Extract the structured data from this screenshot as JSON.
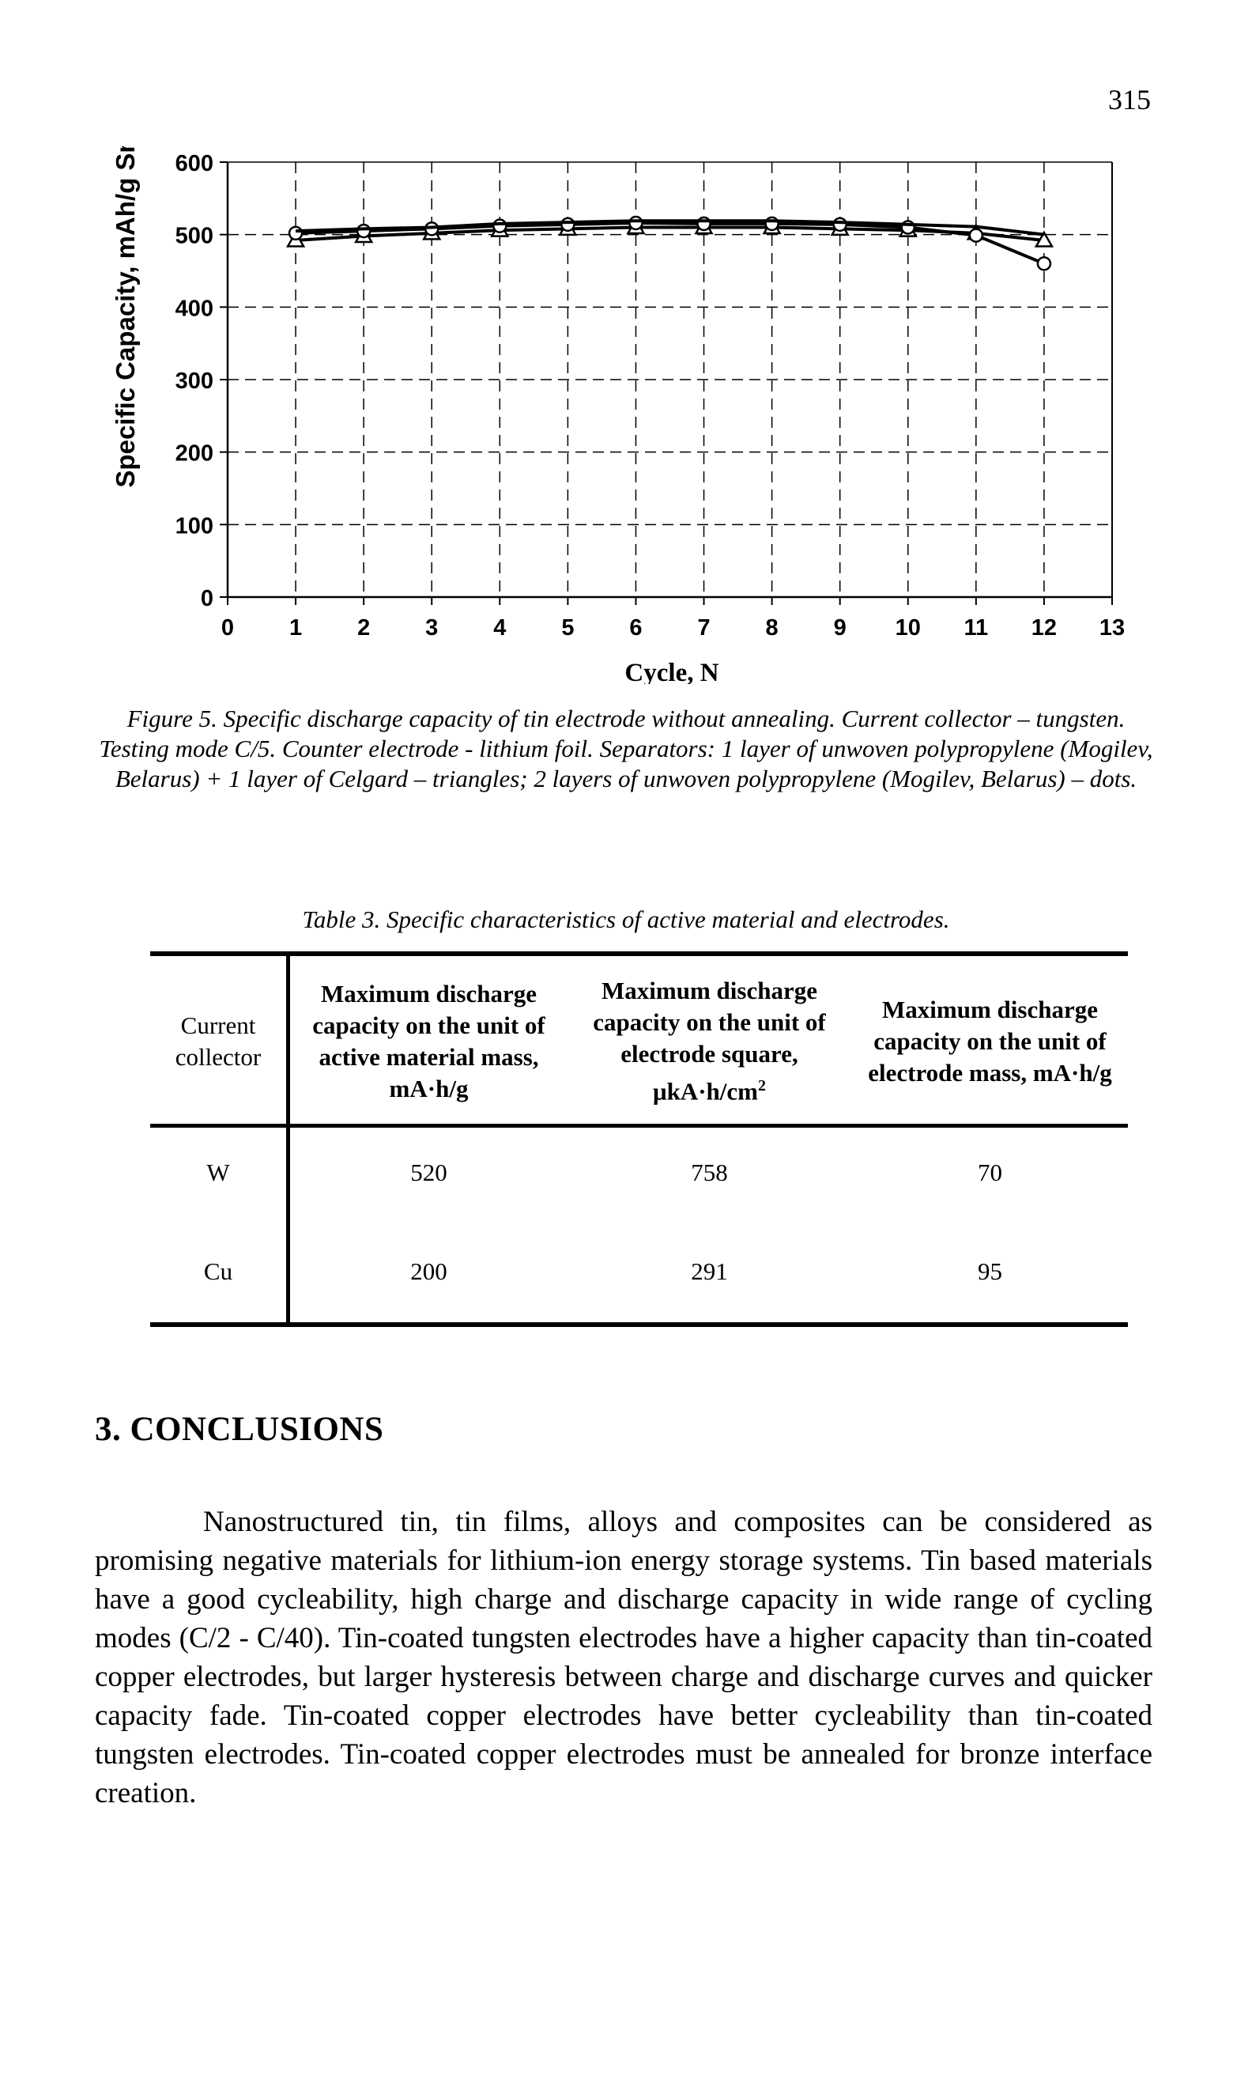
{
  "page_number": "315",
  "chart_data": {
    "type": "line",
    "title": "",
    "xlabel": "Cycle, N",
    "ylabel": "Specific Capacity, mAh/g Sn",
    "xlim": [
      0,
      13
    ],
    "ylim": [
      0,
      600
    ],
    "x_ticks": [
      0,
      1,
      2,
      3,
      4,
      5,
      6,
      7,
      8,
      9,
      10,
      11,
      12,
      13
    ],
    "y_ticks": [
      0,
      100,
      200,
      300,
      400,
      500,
      600
    ],
    "grid": "dashed",
    "series": [
      {
        "marker": "triangle",
        "x": [
          1,
          2,
          3,
          4,
          5,
          6,
          7,
          8,
          9,
          10,
          11,
          12
        ],
        "y": [
          492,
          498,
          502,
          506,
          508,
          510,
          510,
          510,
          508,
          506,
          502,
          492
        ]
      },
      {
        "marker": "circle",
        "x": [
          1,
          2,
          3,
          4,
          5,
          6,
          7,
          8,
          9,
          10,
          11,
          12
        ],
        "y": [
          502,
          505,
          508,
          512,
          514,
          516,
          515,
          515,
          514,
          510,
          499,
          460
        ]
      },
      {
        "marker": "none",
        "x": [
          1,
          2,
          3,
          4,
          5,
          6,
          7,
          8,
          9,
          10,
          11,
          12
        ],
        "y": [
          505,
          508,
          510,
          515,
          517,
          519,
          519,
          519,
          517,
          514,
          511,
          500
        ]
      }
    ]
  },
  "figure_caption": "Figure 5. Specific discharge capacity of tin electrode without annealing. Current collector – tungsten. Testing mode C/5. Counter electrode - lithium foil. Separators: 1 layer of unwoven polypropylene (Mogilev, Belarus) + 1 layer of Celgard – triangles; 2 layers of unwoven polypropylene (Mogilev, Belarus) – dots.",
  "table_caption": "Table 3. Specific characteristics of active material and electrodes.",
  "table": {
    "headers": [
      "Current collector",
      "Maximum discharge capacity on the unit of active material mass, mA·h/g",
      "Maximum discharge capacity on the unit of electrode square, μkA·h/cm²",
      "Maximum discharge capacity on the unit of electrode mass, mA·h/g"
    ],
    "rows": [
      [
        "W",
        "520",
        "758",
        "70"
      ],
      [
        "Cu",
        "200",
        "291",
        "95"
      ]
    ]
  },
  "section_heading": "3. CONCLUSIONS",
  "conclusion_text": "Nanostructured tin, tin films, alloys and composites can be considered as promising negative materials for lithium-ion energy storage systems. Tin based materials have a good cycleability, high charge and discharge capacity in wide range of cycling modes (C/2 - C/40). Tin-coated tungsten electrodes have a higher capacity than tin-coated copper electrodes, but larger hysteresis between charge and discharge curves and quicker capacity fade. Tin-coated copper electrodes have better cycleability than tin-coated tungsten electrodes. Tin-coated copper electrodes must be annealed for bronze interface creation."
}
